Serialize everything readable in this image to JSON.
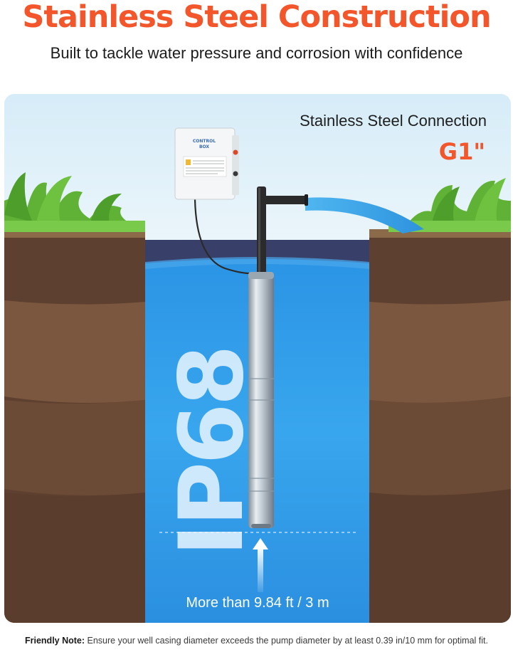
{
  "header": {
    "title": "Stainless Steel Construction",
    "subtitle": "Built to tackle water pressure and corrosion with confidence"
  },
  "connection": {
    "label": "Stainless Steel Connection",
    "size": "G1\""
  },
  "control_box": {
    "label_line1": "CONTROL",
    "label_line2": "BOX"
  },
  "rating": "IP68",
  "depth": {
    "label": "More than 9.84 ft / 3 m"
  },
  "note": {
    "prefix": "Friendly Note:",
    "text": " Ensure your well casing diameter exceeds the pump diameter by at least 0.39 in/10 mm for optimal fit."
  },
  "colors": {
    "accent": "#f2562a",
    "sky": "#d9eef8",
    "water": "#2f9be8",
    "soil_top": "#6b4a36",
    "soil_mid": "#7c5840",
    "grass": "#6fbf3c"
  }
}
